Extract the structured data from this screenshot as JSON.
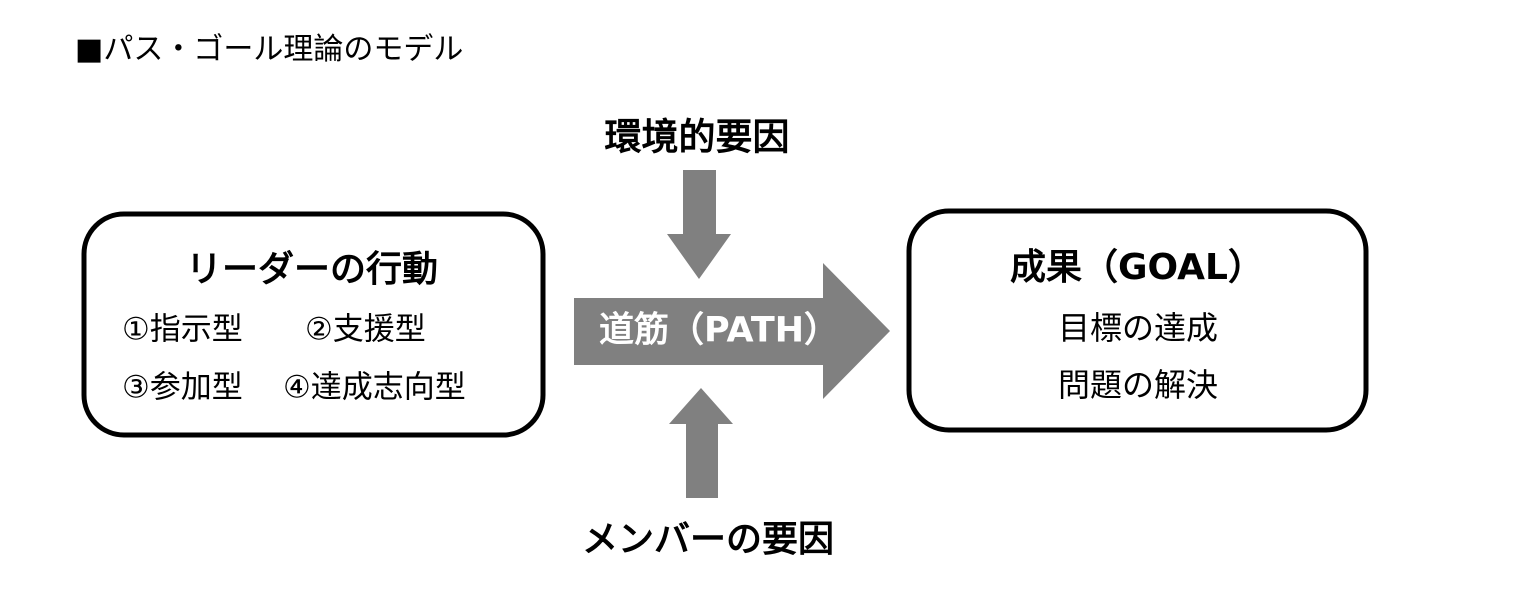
{
  "title": "■パス・ゴール理論のモデル",
  "environment_factor": "環境的要因",
  "member_factor": "メンバーの要因",
  "path_label": "道筋（PATH）",
  "leader_box": {
    "heading": "リーダーの行動",
    "styles": [
      "①指示型",
      "②支援型",
      "③参加型",
      "④達成志向型"
    ]
  },
  "goal_box": {
    "heading": "成果（GOAL）",
    "items": [
      "目標の達成",
      "問題の解決"
    ]
  },
  "colors": {
    "arrow": "#808080",
    "border": "#000000",
    "path_text": "#ffffff"
  }
}
